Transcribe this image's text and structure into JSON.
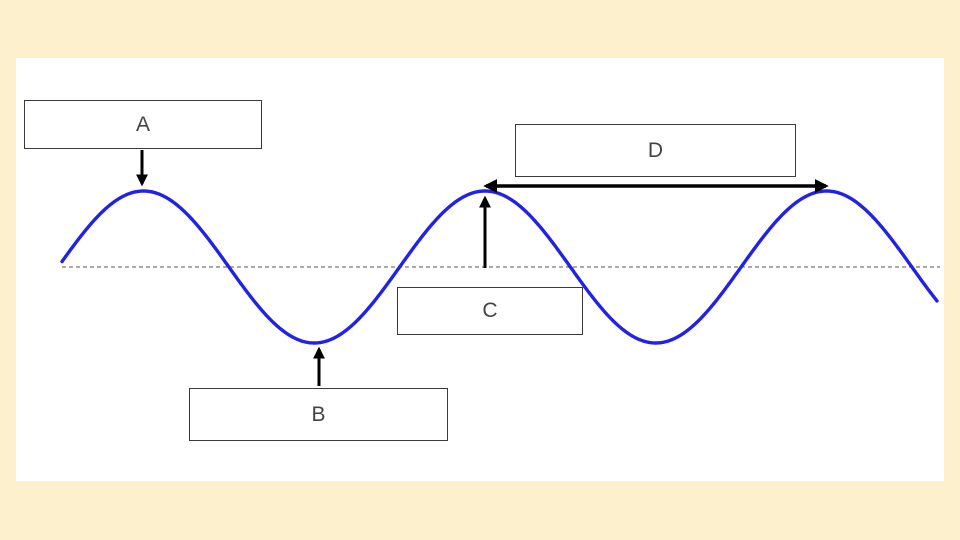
{
  "colors": {
    "background": "#fdf0cc",
    "panel": "#ffffff",
    "wave": "#2222e6",
    "baseline": "#777777",
    "arrows": "#000000",
    "box_border": "#3a3a3a",
    "box_text": "#444444"
  },
  "labels": {
    "a": "A",
    "b": "B",
    "c": "C",
    "d": "D"
  },
  "icons": {
    "arrow_a": "down-arrow",
    "arrow_b": "up-arrow",
    "arrow_c": "up-arrow",
    "arrow_d": "double-headed-arrow"
  }
}
